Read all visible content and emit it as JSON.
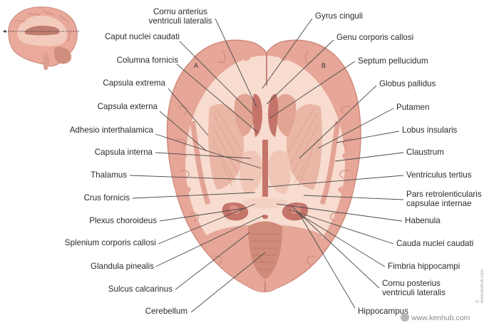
{
  "labels_left": {
    "cornu_anterius": "Cornu anterius\nventriculi lateralis",
    "caput_nuclei_caudati": "Caput nuclei caudati",
    "columna_fornicis": "Columna fornicis",
    "capsula_extrema": "Capsula extrema",
    "capsula_externa": "Capsula externa",
    "adhesio_interthalamica": "Adhesio interthalamica",
    "capsula_interna": "Capsula interna",
    "thalamus": "Thalamus",
    "crus_fornicis": "Crus fornicis",
    "plexus_choroideus": "Plexus choroideus",
    "splenium_corporis_callosi": "Splenium corporis callosi",
    "glandula_pinealis": "Glandula pinealis",
    "sulcus_calcarinus": "Sulcus calcarinus",
    "cerebellum": "Cerebellum"
  },
  "labels_right": {
    "gyrus_cinguli": "Gyrus cinguli",
    "genu_corporis_callosi": "Genu corporis callosi",
    "septum_pellucidum": "Septum pellucidum",
    "globus_pallidus": "Globus pallidus",
    "putamen": "Putamen",
    "lobus_insularis": "Lobus insularis",
    "claustrum": "Claustrum",
    "ventriculus_tertius": "Ventriculus tertius",
    "pars_retrolenticularis": "Pars retrolenticularis\ncapsulae internae",
    "habenula": "Habenula",
    "cauda_nuclei_caudati": "Cauda nuclei caudati",
    "fimbria_hippocampi": "Fimbria hippocampi",
    "cornu_posterius": "Cornu posterius\nventriculi lateralis",
    "hippocampus": "Hippocampus"
  },
  "hemisphere_marks": {
    "a": "A",
    "b": "B"
  },
  "watermark": "www.kenhub.com",
  "side_text": "© www.kenhub.com",
  "colors": {
    "gray_matter": "#e6a698",
    "white_matter": "#f7dccf",
    "deep_nuclei": "#e9b5a5",
    "ventricle": "#c5746a",
    "cerebellum": "#cf8a78",
    "leader_line": "#4a4a4a"
  }
}
